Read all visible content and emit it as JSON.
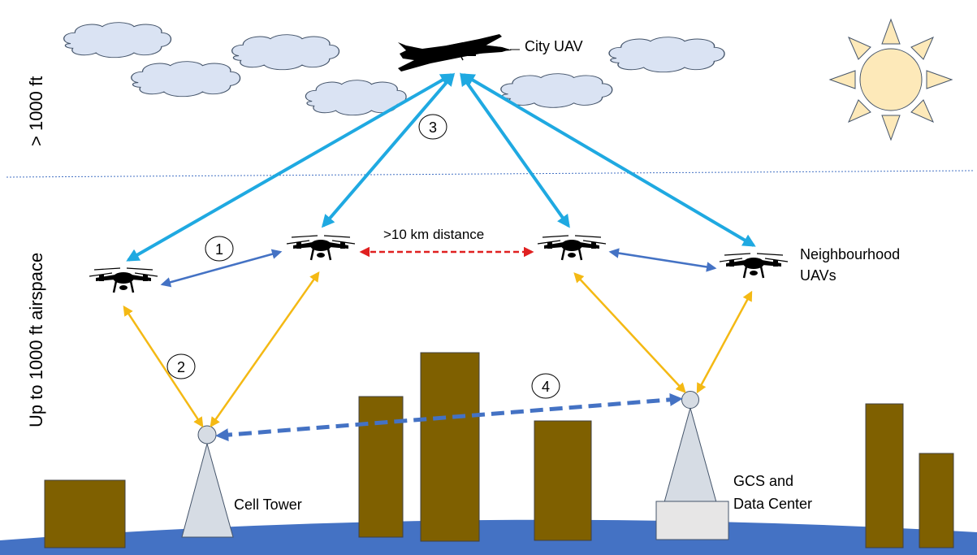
{
  "labels": {
    "city_uav": "City UAV",
    "neighbourhood_line1": "Neighbourhood",
    "neighbourhood_line2": "UAVs",
    "distance": ">10 km distance",
    "cell_tower": "Cell Tower",
    "gcs_line1": "GCS and",
    "gcs_line2": "Data Center",
    "altitude_high": "> 1000 ft",
    "altitude_low": "Up to 1000 ft airspace"
  },
  "markers": {
    "m1": "1",
    "m2": "2",
    "m3": "3",
    "m4": "4"
  },
  "colors": {
    "sky_link": "#1fa9e1",
    "uav_to_uav_link": "#4472c4",
    "ground_link": "#f4b914",
    "distance_link": "#e02020",
    "backhaul_link": "#4472c4",
    "ground": "#4472c4",
    "building": "#7f6000",
    "cloud": "#dae3f3",
    "sun": "#fde9b9",
    "tower": "#d6dce4"
  },
  "icons": {
    "fixed_wing": "fixed-wing-drone-icon",
    "quadcopter": "quadcopter-drone-icon",
    "sun": "sun-icon",
    "cloud": "cloud-icon"
  }
}
